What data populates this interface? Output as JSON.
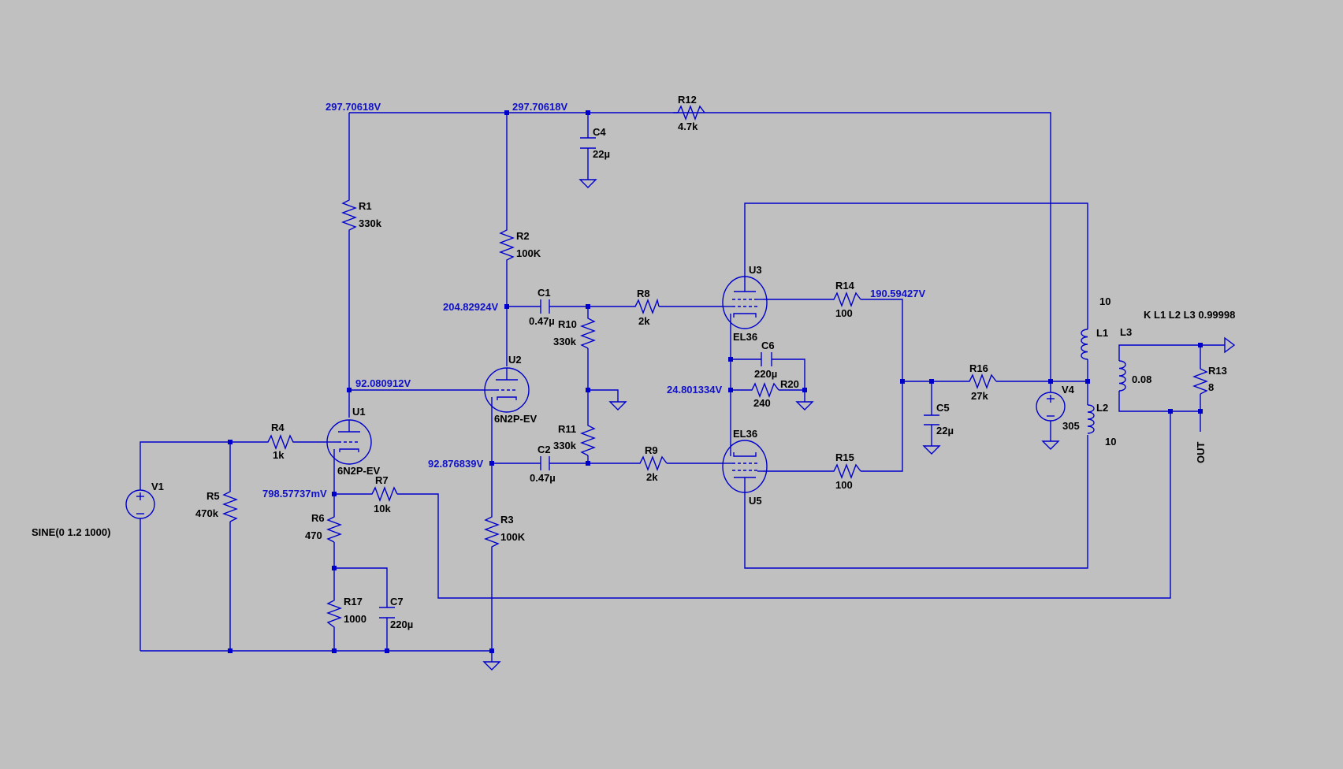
{
  "schematic": {
    "node_voltages": {
      "b_plus_left": "297.70618V",
      "b_plus_right": "297.70618V",
      "u2_plate": "204.82924V",
      "u1_plate": "92.080912V",
      "u2_cathode": "92.876839V",
      "u1_cathode": "798.57737mV",
      "bias": "24.801334V",
      "u3_screen": "190.59427V"
    },
    "components": {
      "R1": {
        "name": "R1",
        "value": "330k"
      },
      "R2": {
        "name": "R2",
        "value": "100K"
      },
      "R3": {
        "name": "R3",
        "value": "100K"
      },
      "R4": {
        "name": "R4",
        "value": "1k"
      },
      "R5": {
        "name": "R5",
        "value": "470k"
      },
      "R6": {
        "name": "R6",
        "value": "470"
      },
      "R7": {
        "name": "R7",
        "value": "10k"
      },
      "R8": {
        "name": "R8",
        "value": "2k"
      },
      "R9": {
        "name": "R9",
        "value": "2k"
      },
      "R10": {
        "name": "R10",
        "value": "330k"
      },
      "R11": {
        "name": "R11",
        "value": "330k"
      },
      "R12": {
        "name": "R12",
        "value": "4.7k"
      },
      "R13": {
        "name": "R13",
        "value": "8"
      },
      "R14": {
        "name": "R14",
        "value": "100"
      },
      "R15": {
        "name": "R15",
        "value": "100"
      },
      "R16": {
        "name": "R16",
        "value": "27k"
      },
      "R17": {
        "name": "R17",
        "value": "1000"
      },
      "R20": {
        "name": "R20",
        "value": "240"
      },
      "C1": {
        "name": "C1",
        "value": "0.47µ"
      },
      "C2": {
        "name": "C2",
        "value": "0.47µ"
      },
      "C4": {
        "name": "C4",
        "value": "22µ"
      },
      "C5": {
        "name": "C5",
        "value": "22µ"
      },
      "C6": {
        "name": "C6",
        "value": "220µ"
      },
      "C7": {
        "name": "C7",
        "value": "220µ"
      },
      "L1": {
        "name": "L1",
        "value": "10"
      },
      "L2": {
        "name": "L2",
        "value": "10"
      },
      "L3": {
        "name": "L3",
        "value": "0.08"
      },
      "U1": {
        "name": "U1",
        "value": "6N2P-EV"
      },
      "U2": {
        "name": "U2",
        "value": "6N2P-EV"
      },
      "U3": {
        "name": "U3",
        "value": "EL36"
      },
      "U5": {
        "name": "U5",
        "value": "EL36"
      },
      "V1": {
        "name": "V1",
        "value": "SINE(0 1.2 1000)"
      },
      "V4": {
        "name": "V4",
        "value": "305"
      }
    },
    "directives": {
      "coupling": "K L1 L2 L3 0.99998"
    },
    "net_labels": {
      "output": "OUT"
    },
    "colors": {
      "wire": "#0000cc",
      "background": "#c0c0c0",
      "voltage_text": "#1010c8"
    }
  }
}
